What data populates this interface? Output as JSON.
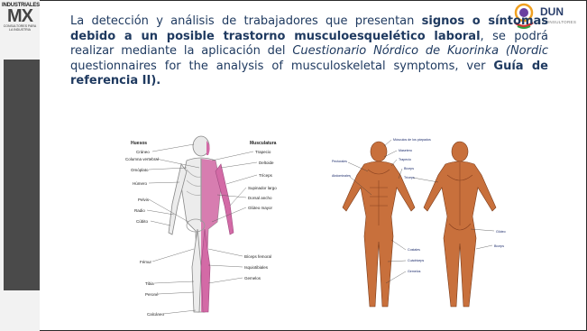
{
  "logo": {
    "line1": "INDUSTRIALES",
    "line2": "MX",
    "line3": "CONSULTORES PARA LA INDUSTRIA"
  },
  "brand": {
    "name": "DUN",
    "subtitle": "CONSULTORES"
  },
  "paragraph": {
    "t1": "La detección y análisis de trabajadores que presentan ",
    "b1": "signos o síntomas debido a un posible trastorno musculoesquelético laboral",
    "t2": ", se podrá realizar mediante la aplicación del ",
    "i1": "Cuestionario Nórdico de Kuorinka (Nordic",
    "t3": " questionnaires for the analysis of musculoskeletal symptoms, ver ",
    "b2": "Guía de referencia II)."
  },
  "figure_left": {
    "heading_left": "Huesos",
    "heading_right": "Musculatura",
    "left_labels": [
      "Cráneo",
      "Columna vertebral",
      "Omóplato",
      "Húmero",
      "Pelvis",
      "Radio",
      "Cúbito",
      "Fémur",
      "Tibia",
      "Peroné",
      "Calcáneo"
    ],
    "right_labels": [
      "Trapecio",
      "Deltoide",
      "Tríceps",
      "Supinador largo",
      "Dorsal ancho",
      "Glúteo mayor",
      "Bíceps femoral",
      "Isquiotibiales",
      "Gemelos"
    ]
  },
  "figure_right": {
    "top_label": "Músculos de los párpados",
    "labels": [
      "Pectorales",
      "Abdominales",
      "Masetero",
      "Trapecio",
      "Bíceps",
      "Tríceps",
      "Glúteo",
      "Bíceps",
      "Costales",
      "Cuádriceps",
      "Gemelos"
    ]
  },
  "colors": {
    "text": "#1f3a60",
    "muscle": "#c8703c",
    "muscle_pink": "#d36aa6",
    "bone": "#e8e8e8",
    "sidebar": "#4a4a4a"
  }
}
